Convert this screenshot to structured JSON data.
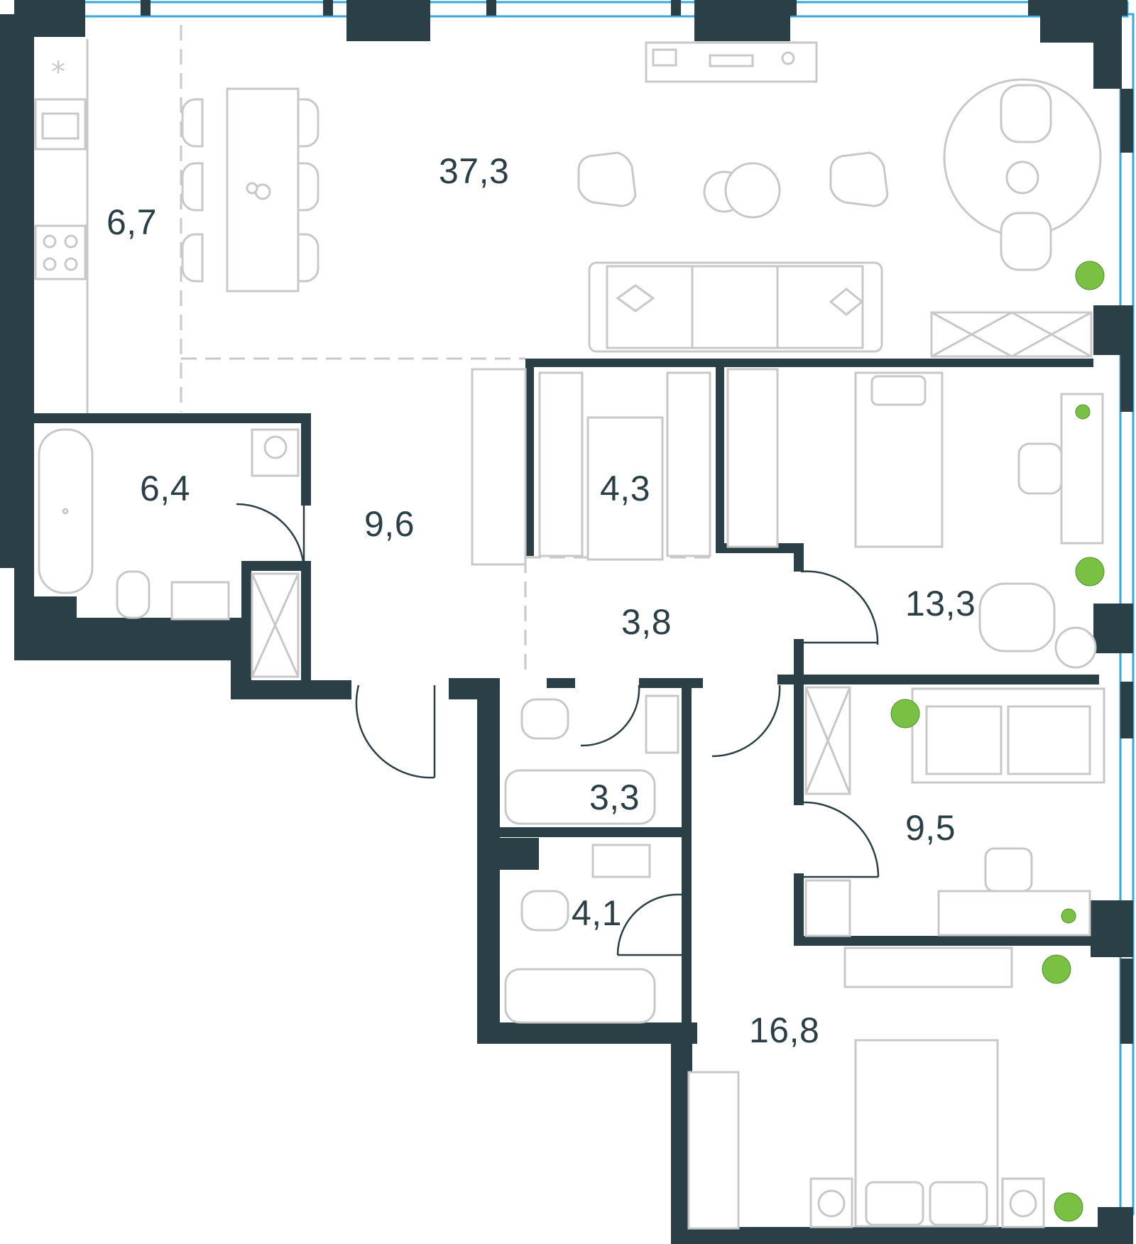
{
  "rooms": [
    {
      "id": "living",
      "area": "37,3"
    },
    {
      "id": "kitchen",
      "area": "6,7"
    },
    {
      "id": "bathroom-left",
      "area": "6,4"
    },
    {
      "id": "hall",
      "area": "9,6"
    },
    {
      "id": "wardrobe",
      "area": "4,3"
    },
    {
      "id": "corridor",
      "area": "3,8"
    },
    {
      "id": "bedroom-right",
      "area": "13,3"
    },
    {
      "id": "bathroom-mid",
      "area": "3,3"
    },
    {
      "id": "bedroom-small",
      "area": "9,5"
    },
    {
      "id": "bathroom-small",
      "area": "4,1"
    },
    {
      "id": "bedroom-master",
      "area": "16,8"
    }
  ],
  "colors": {
    "wall": "#2b3f46",
    "furniture": "#c8c8c8",
    "window": "#3aa7d8",
    "plant": "#7ac143"
  }
}
